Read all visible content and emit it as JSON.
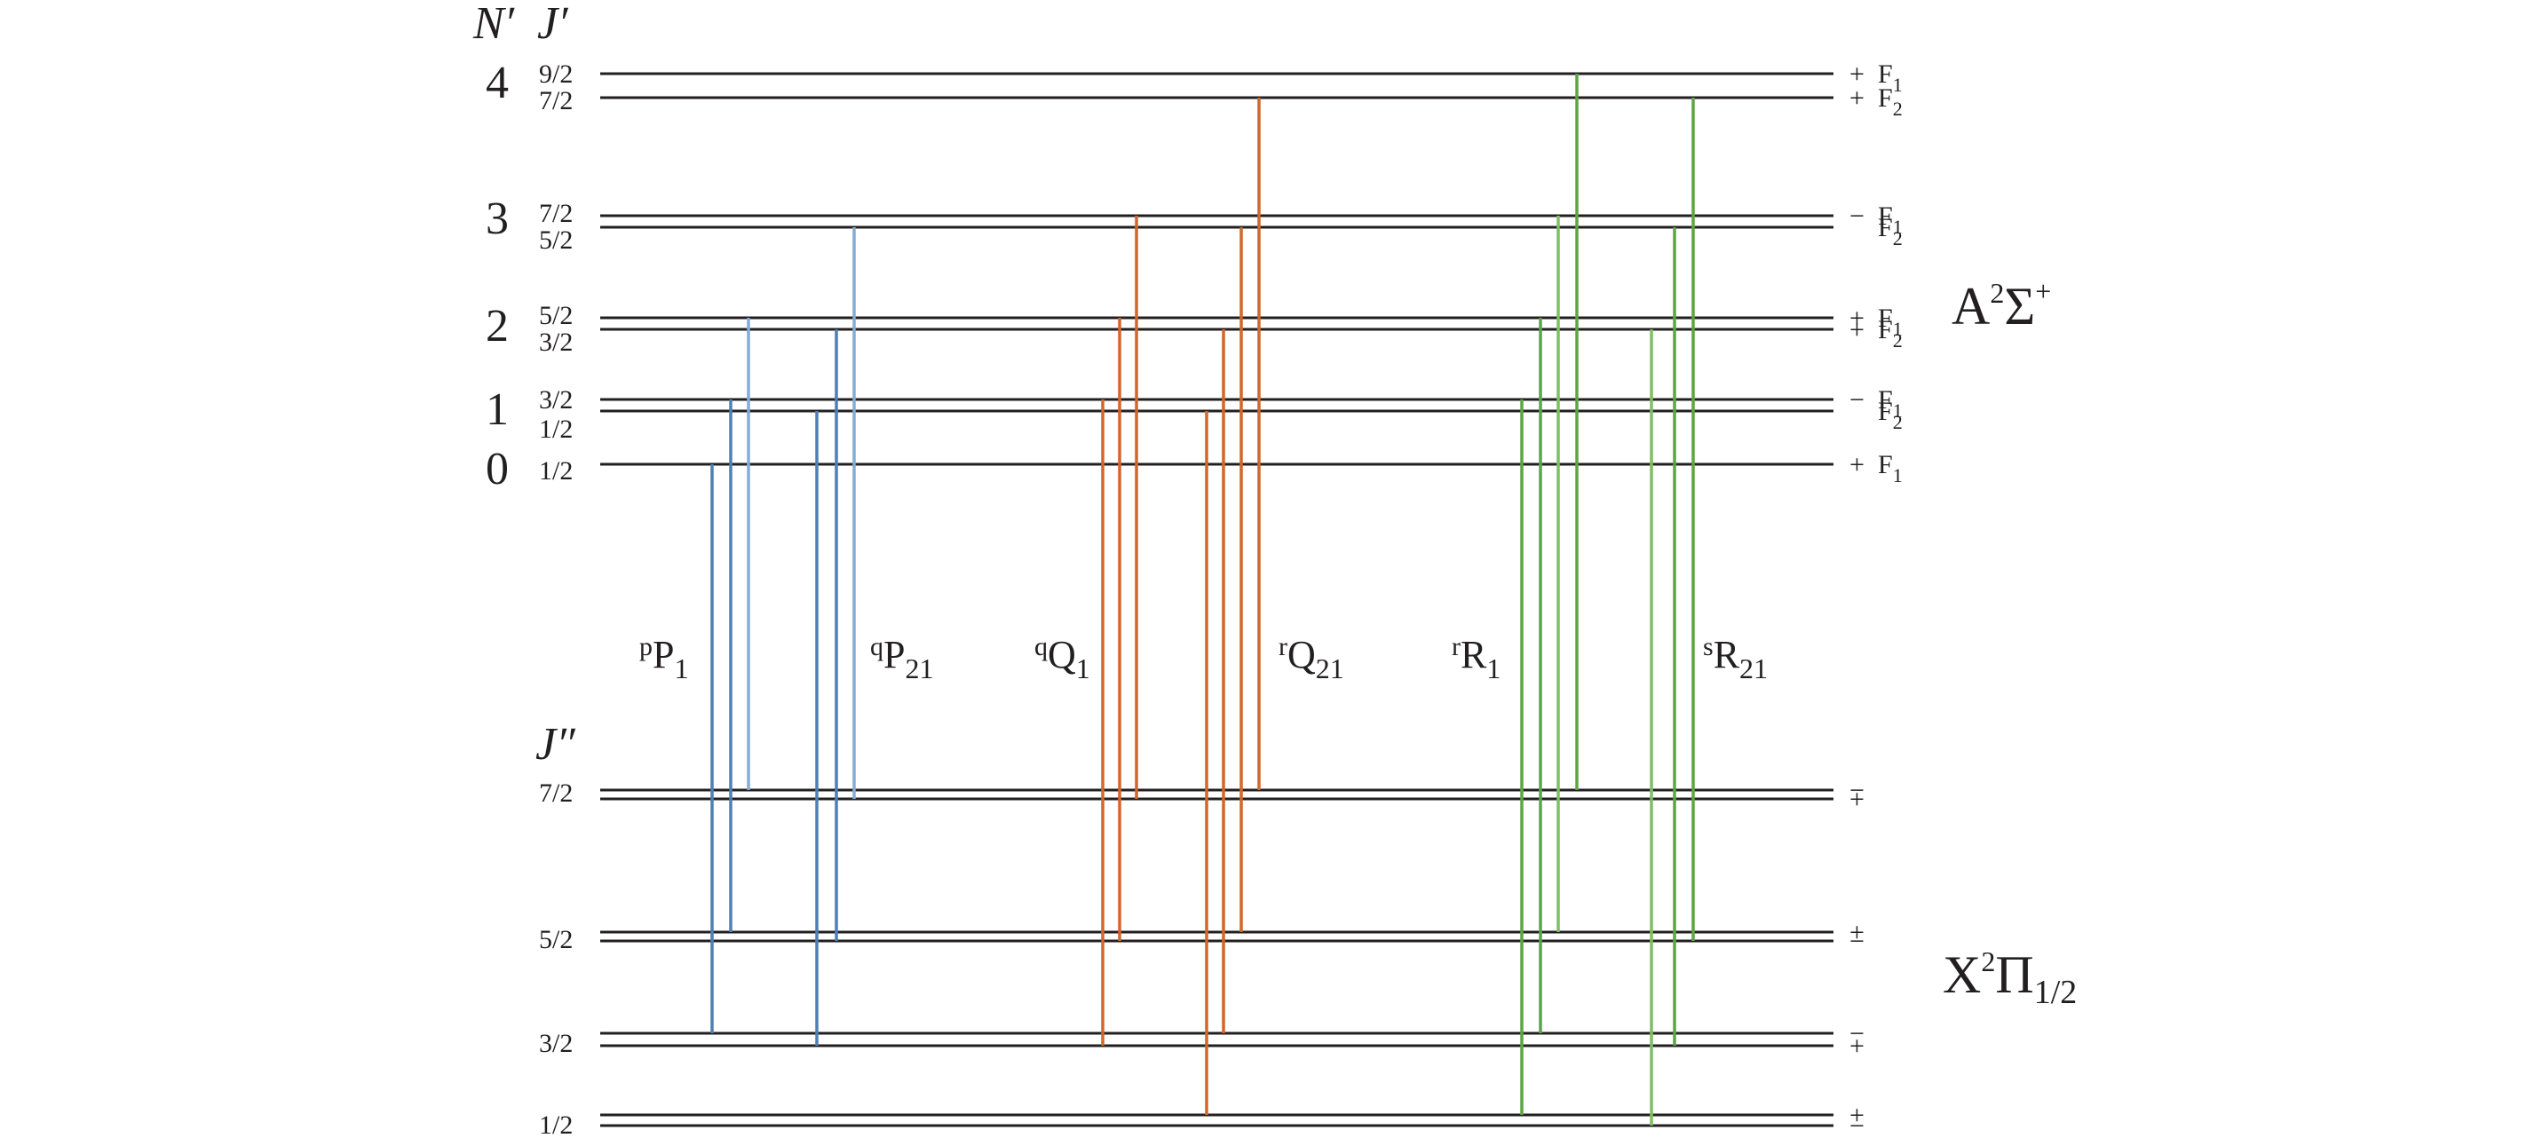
{
  "upper": {
    "n_header": "N′",
    "j_header": "J′",
    "state_label": {
      "main": "A",
      "sup": "2",
      "body": "Σ",
      "sup2": "+"
    },
    "n_labels": [
      "4",
      "3",
      "2",
      "1",
      "0"
    ],
    "levels": [
      {
        "j": "9/2",
        "parity": "+",
        "f": "F",
        "fsub": "1"
      },
      {
        "j": "7/2",
        "parity": "+",
        "f": "F",
        "fsub": "2"
      },
      {
        "j": "7/2",
        "parity": "−",
        "f": "F",
        "fsub": "1"
      },
      {
        "j": "5/2",
        "parity": "",
        "f": "F",
        "fsub": "2"
      },
      {
        "j": "5/2",
        "parity": "+",
        "f": "F",
        "fsub": "1"
      },
      {
        "j": "3/2",
        "parity": "+",
        "f": "F",
        "fsub": "2"
      },
      {
        "j": "3/2",
        "parity": "−",
        "f": "F",
        "fsub": "1"
      },
      {
        "j": "1/2",
        "parity": "",
        "f": "F",
        "fsub": "2"
      },
      {
        "j": "1/2",
        "parity": "+",
        "f": "F",
        "fsub": "1"
      }
    ]
  },
  "lower": {
    "j_header": "J″",
    "state_label": {
      "main": "X",
      "sup": "2",
      "body": "Π",
      "sub": "1/2"
    },
    "levels": [
      {
        "j": "7/2",
        "parity": "−"
      },
      {
        "j": "",
        "parity": "+"
      },
      {
        "j": "5/2",
        "parity": "+"
      },
      {
        "j": "",
        "parity": "−"
      },
      {
        "j": "3/2",
        "parity": "−"
      },
      {
        "j": "",
        "parity": "+"
      },
      {
        "j": "1/2",
        "parity": "+"
      },
      {
        "j": "",
        "parity": "−"
      }
    ]
  },
  "branches": [
    {
      "sup": "p",
      "main": "P",
      "sub": "1",
      "color": "#4f7fb5"
    },
    {
      "sup": "q",
      "main": "P",
      "sub": "21",
      "color": "#7fa6cf"
    },
    {
      "sup": "q",
      "main": "Q",
      "sub": "1",
      "color": "#d2672a"
    },
    {
      "sup": "r",
      "main": "Q",
      "sub": "21",
      "color": "#d2672a"
    },
    {
      "sup": "r",
      "main": "R",
      "sub": "1",
      "color": "#5da544"
    },
    {
      "sup": "s",
      "main": "R",
      "sub": "21",
      "color": "#5da544"
    }
  ],
  "colors": {
    "level_line": "#231f20",
    "blue": "#4f7fb5",
    "light_blue": "#86abd2",
    "orange": "#d2672a",
    "green": "#5da544",
    "light_green": "#7fbf63"
  }
}
